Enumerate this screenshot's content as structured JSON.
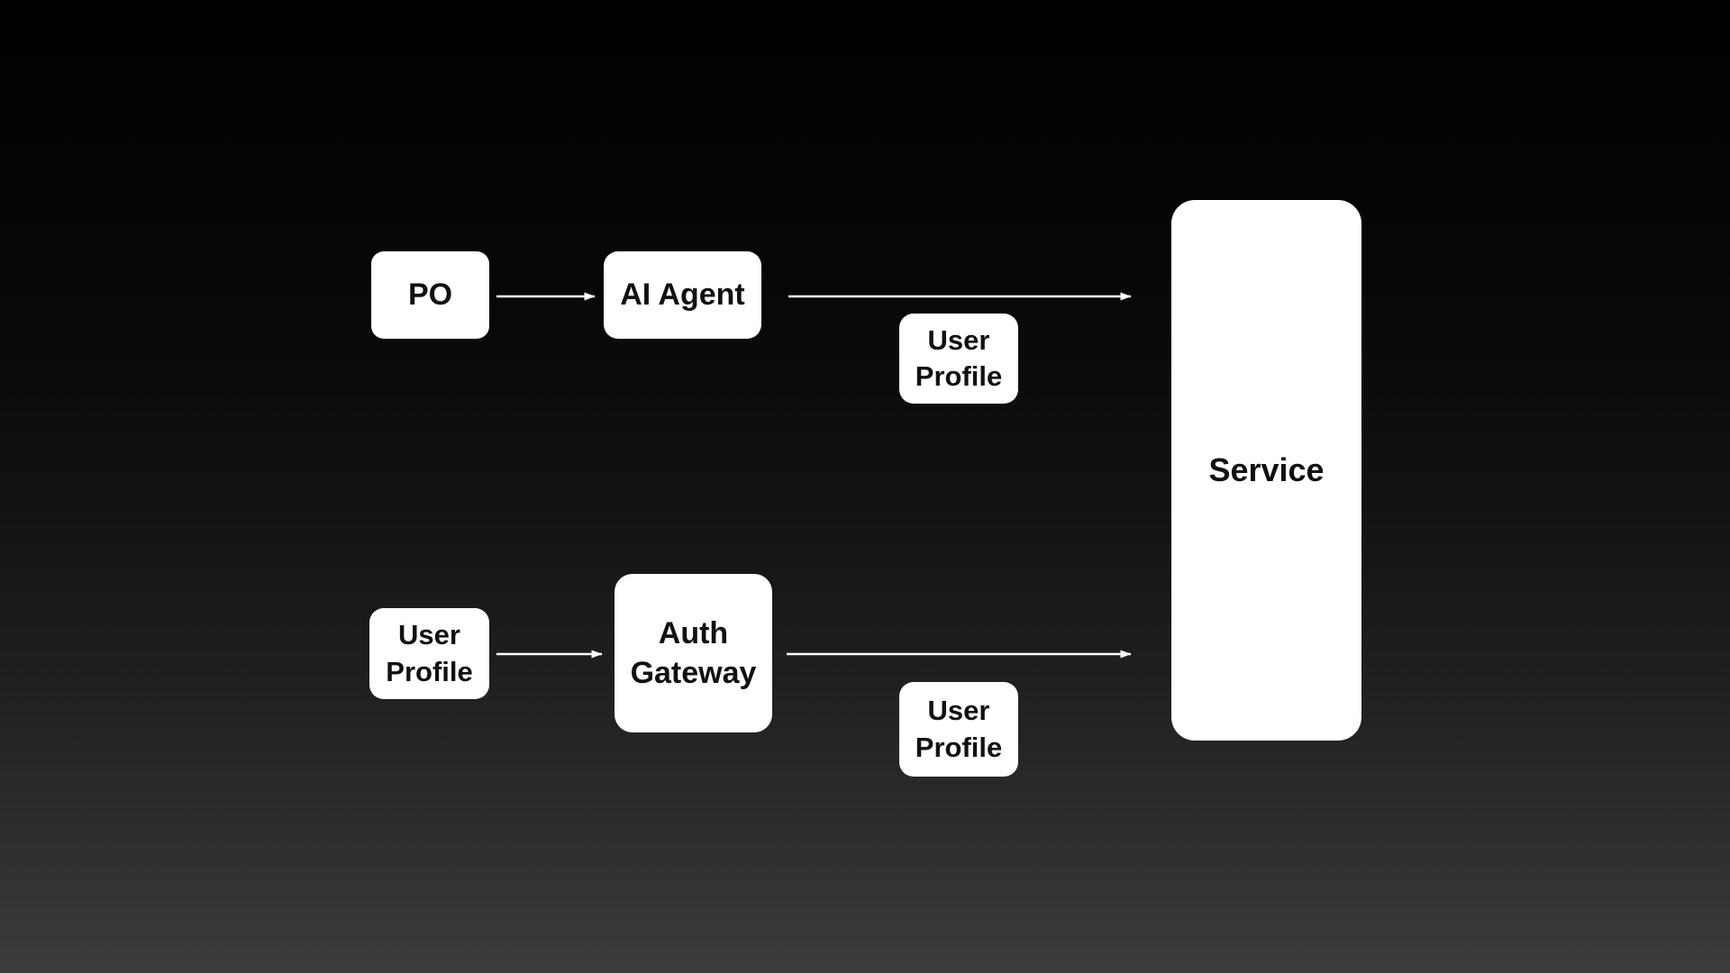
{
  "diagram": {
    "nodes": {
      "po": {
        "label": "PO"
      },
      "ai_agent": {
        "label": "AI Agent"
      },
      "service": {
        "label": "Service"
      },
      "user_profile_left": {
        "label": "User Profile"
      },
      "auth_gateway": {
        "label": "Auth Gateway"
      },
      "edge_label_top": {
        "label": "User Profile"
      },
      "edge_label_bottom": {
        "label": "User Profile"
      }
    },
    "edges": [
      {
        "from": "PO",
        "to": "AI Agent",
        "label": ""
      },
      {
        "from": "AI Agent",
        "to": "Service",
        "label": "User Profile"
      },
      {
        "from": "User Profile",
        "to": "Auth Gateway",
        "label": ""
      },
      {
        "from": "Auth Gateway",
        "to": "Service",
        "label": "User Profile"
      }
    ]
  },
  "colors": {
    "background_top": "#000000",
    "background_bottom": "#3c3c3c",
    "node_fill": "#ffffff",
    "node_text": "#111111",
    "arrow": "#ffffff"
  }
}
